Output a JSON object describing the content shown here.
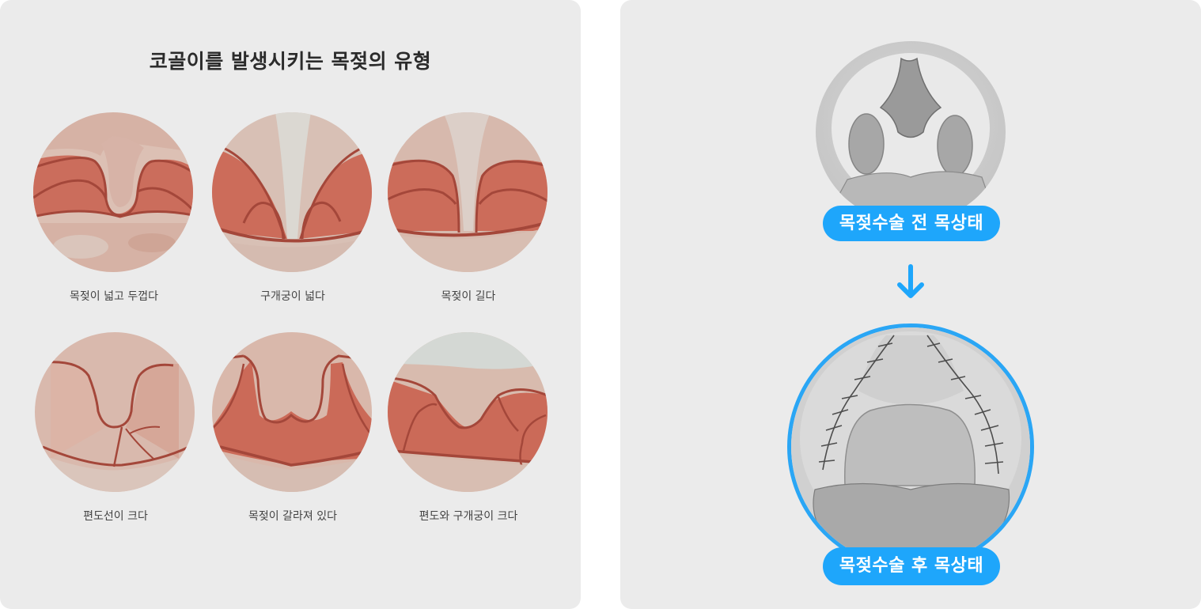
{
  "left_panel": {
    "title": "코골이를 발생시키는 목젖의 유형",
    "types": [
      {
        "label": "목젖이 넓고 두껍다",
        "icon": "wide-thick-uvula-illustration"
      },
      {
        "label": "구개궁이 넓다",
        "icon": "wide-palatal-arch-illustration"
      },
      {
        "label": "목젖이 길다",
        "icon": "long-uvula-illustration"
      },
      {
        "label": "편도선이 크다",
        "icon": "large-tonsils-illustration"
      },
      {
        "label": "목젖이 갈라져 있다",
        "icon": "split-uvula-illustration"
      },
      {
        "label": "편도와 구개궁이 크다",
        "icon": "large-tonsils-and-arch-illustration"
      }
    ]
  },
  "right_panel": {
    "before": {
      "label": "목젖수술 전 목상태",
      "icon": "throat-before-surgery-photo"
    },
    "arrow": {
      "icon": "arrow-down-icon"
    },
    "after": {
      "label": "목젖수술 후 목상태",
      "icon": "throat-after-surgery-photo"
    }
  },
  "colors": {
    "panel_bg": "#ebebeb",
    "accent_blue": "#1ea6fb",
    "ring_blue": "#2aa6f5",
    "tissue_light": "#d9b9ad",
    "tissue_red": "#cd6a58",
    "outline_dark": "#a4473a"
  }
}
